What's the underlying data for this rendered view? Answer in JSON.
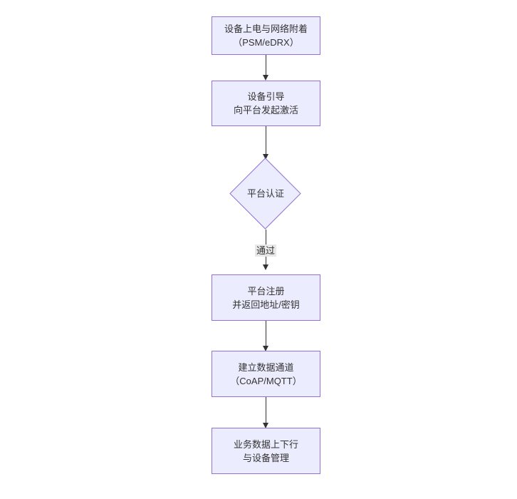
{
  "diagram": {
    "type": "flowchart",
    "direction": "top-down",
    "nodes": [
      {
        "id": "power-attach",
        "shape": "rect",
        "lines": [
          "设备上电与网络附着",
          "（PSM/eDRX）"
        ]
      },
      {
        "id": "bootstrap",
        "shape": "rect",
        "lines": [
          "设备引导",
          "向平台发起激活"
        ]
      },
      {
        "id": "platform-auth",
        "shape": "diamond",
        "lines": [
          "平台认证"
        ]
      },
      {
        "id": "platform-register",
        "shape": "rect",
        "lines": [
          "平台注册",
          "并返回地址/密钥"
        ]
      },
      {
        "id": "data-channel",
        "shape": "rect",
        "lines": [
          "建立数据通道",
          "（CoAP/MQTT）"
        ]
      },
      {
        "id": "business-data",
        "shape": "rect",
        "lines": [
          "业务数据上下行",
          "与设备管理"
        ]
      }
    ],
    "edges": [
      {
        "from": "power-attach",
        "to": "bootstrap",
        "label": ""
      },
      {
        "from": "bootstrap",
        "to": "platform-auth",
        "label": ""
      },
      {
        "from": "platform-auth",
        "to": "platform-register",
        "label": "通过"
      },
      {
        "from": "platform-register",
        "to": "data-channel",
        "label": ""
      },
      {
        "from": "data-channel",
        "to": "business-data",
        "label": ""
      }
    ],
    "colors": {
      "node_fill": "#ECECFF",
      "node_border": "#9370DB",
      "text": "#333333",
      "arrow": "#333333",
      "edge_label_bg": "#e8e8e8",
      "background": "#ffffff"
    }
  }
}
